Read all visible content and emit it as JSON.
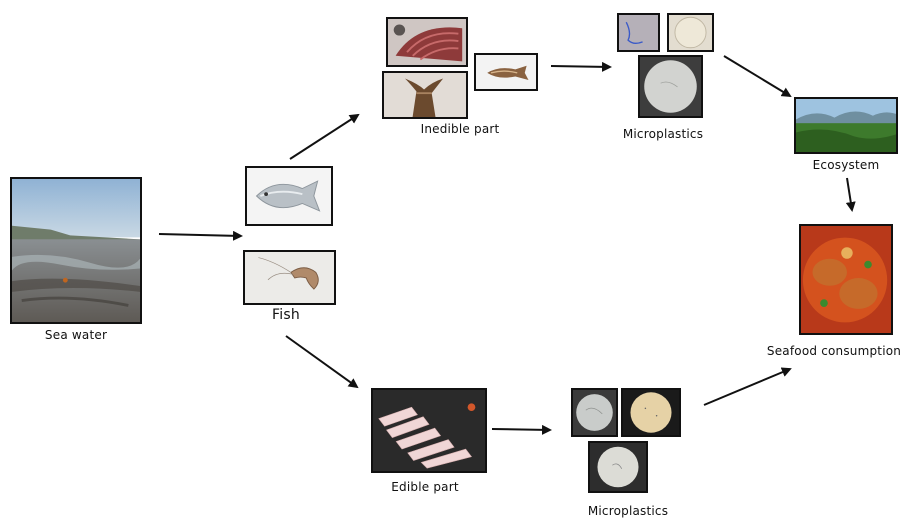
{
  "labels": {
    "sea_water": "Sea water",
    "fish": "Fish",
    "inedible_part": "Inedible part",
    "microplastics_top": "Microplastics",
    "ecosystem": "Ecosystem",
    "seafood_consumption": "Seafood consumption",
    "edible_part": "Edible part",
    "microplastics_bottom": "Microplastics"
  },
  "colors": {
    "arrow": "#111111",
    "border": "#111111"
  },
  "icons": {
    "arrow_head": "arrow-head-icon"
  }
}
